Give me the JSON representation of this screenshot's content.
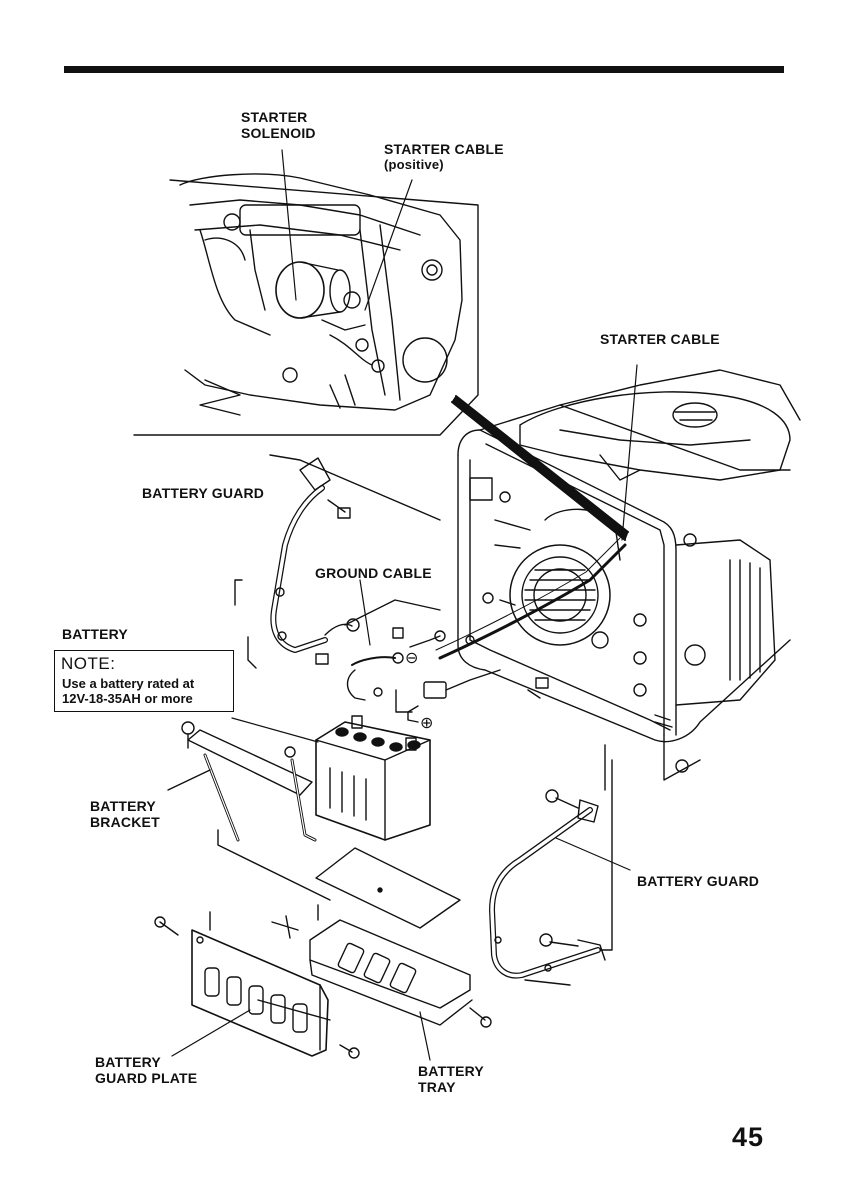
{
  "labels": {
    "starter_solenoid": [
      "STARTER",
      "SOLENOID"
    ],
    "starter_cable_positive": [
      "STARTER CABLE",
      "(positive)"
    ],
    "starter_cable": "STARTER CABLE",
    "battery_guard_top": "BATTERY GUARD",
    "ground_cable": "GROUND CABLE",
    "battery": "BATTERY",
    "battery_bracket": [
      "BATTERY",
      "BRACKET"
    ],
    "battery_guard_right": "BATTERY GUARD",
    "battery_guard_plate": [
      "BATTERY",
      "GUARD PLATE"
    ],
    "battery_tray": [
      "BATTERY",
      "TRAY"
    ]
  },
  "note": {
    "title": "NOTE:",
    "lines": [
      "Use a battery rated at",
      "12V-18-35AH or more"
    ]
  },
  "terminal_symbols": {
    "negative": "⊖",
    "positive": "⊕"
  },
  "page_number": "45"
}
